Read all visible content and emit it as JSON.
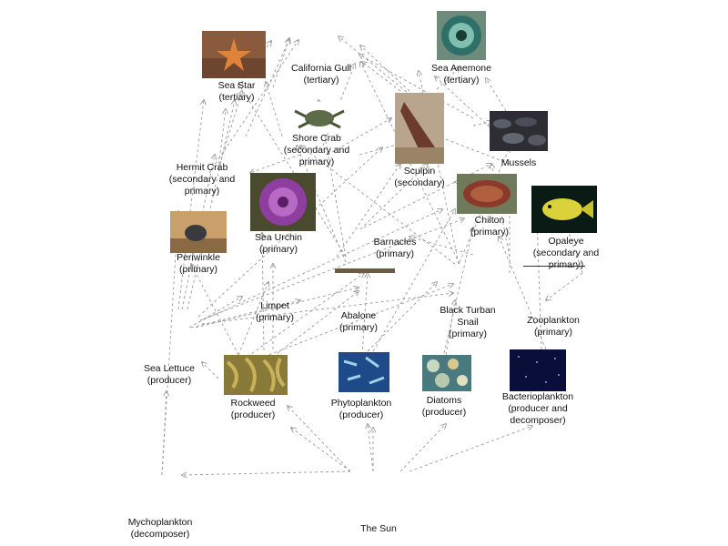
{
  "organisms": {
    "sea_star": {
      "name": "Sea Star",
      "role": "(tertiary)"
    },
    "california_gull": {
      "name": "California Gull",
      "role": "(tertiary)"
    },
    "sea_anemone": {
      "name": "Sea Anemone",
      "role": "(tertiary)"
    },
    "shore_crab": {
      "name": "Shore Crab",
      "role1": "(secondary and",
      "role2": "primary)"
    },
    "sculpin": {
      "name": "Sculpin",
      "role": "(secondary)"
    },
    "mussels": {
      "name": "Mussels"
    },
    "hermit_crab": {
      "name": "Hermit Crab",
      "role1": "(secondary and",
      "role2": "primary)"
    },
    "sea_urchin": {
      "name": "Sea Urchin",
      "role": "(primary)"
    },
    "chiton": {
      "name": "Chilton",
      "role": "(primary)"
    },
    "opaleye": {
      "name": "Opaleye",
      "role1": "(secondary and",
      "role2": "primary)"
    },
    "periwinkle": {
      "name": "Periwinkle",
      "role": "(primary)"
    },
    "barnacles": {
      "name": "Barnacles",
      "role": "(primary)"
    },
    "limpet": {
      "name": "Limpet",
      "role": "(primary)"
    },
    "abalone": {
      "name": "Abalone",
      "role": "(primary)"
    },
    "black_turban_snail": {
      "name1": "Black Turban",
      "name2": "Snail",
      "role": "(primary)"
    },
    "zooplankton": {
      "name": "Zooplankton",
      "role": "(primary)"
    },
    "sea_lettuce": {
      "name": "Sea Lettuce",
      "role": "(producer)"
    },
    "rockweed": {
      "name": "Rockweed",
      "role": "(producer)"
    },
    "phytoplankton": {
      "name": "Phytoplankton",
      "role": "(producer)"
    },
    "diatoms": {
      "name": "Diatoms",
      "role": "(producer)"
    },
    "bacterioplankton": {
      "name": "Bacterioplankton",
      "role1": "(producer and",
      "role2": "decomposer)"
    },
    "mychoplankton": {
      "name": "Mychoplankton",
      "role": "(decomposer)"
    },
    "sun": {
      "name": "The Sun"
    }
  },
  "arrow_color": "#9a9a9a"
}
